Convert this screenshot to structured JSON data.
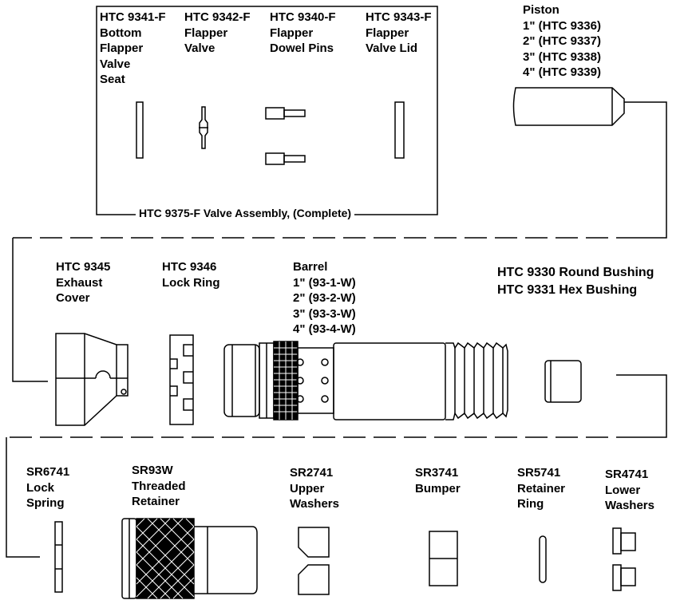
{
  "valve_box": {
    "parts": [
      {
        "lines": [
          "HTC 9341-F",
          "Bottom",
          "Flapper",
          "Valve",
          "Seat"
        ]
      },
      {
        "lines": [
          "HTC 9342-F",
          "Flapper",
          "Valve"
        ]
      },
      {
        "lines": [
          "HTC 9340-F",
          "Flapper",
          "Dowel Pins"
        ]
      },
      {
        "lines": [
          "HTC 9343-F",
          "Flapper",
          "Valve Lid"
        ]
      }
    ],
    "assembly_label": "HTC 9375-F Valve Assembly,  (Complete)"
  },
  "piston": {
    "lines": [
      "Piston",
      "1\" (HTC 9336)",
      "2\" (HTC 9337)",
      "3\" (HTC 9338)",
      "4\" (HTC 9339)"
    ]
  },
  "middle_row": [
    {
      "lines": [
        "HTC 9345",
        "Exhaust",
        "Cover"
      ]
    },
    {
      "lines": [
        "HTC 9346",
        "Lock Ring"
      ]
    },
    {
      "lines": [
        "Barrel",
        "1\" (93-1-W)",
        "2\" (93-2-W)",
        "3\" (93-3-W)",
        "4\" (93-4-W)"
      ]
    }
  ],
  "bushing": {
    "lines": [
      "HTC 9330 Round Bushing",
      "HTC 9331 Hex Bushing"
    ]
  },
  "bottom_row": [
    {
      "lines": [
        "SR6741",
        "Lock",
        "Spring"
      ]
    },
    {
      "lines": [
        "SR93W",
        "Threaded",
        "Retainer"
      ]
    },
    {
      "lines": [
        "SR2741",
        "Upper",
        "Washers"
      ]
    },
    {
      "lines": [
        "SR3741",
        "Bumper"
      ]
    },
    {
      "lines": [
        "SR5741",
        "Retainer",
        "Ring"
      ]
    },
    {
      "lines": [
        "SR4741",
        "Lower",
        "Washers"
      ]
    }
  ]
}
